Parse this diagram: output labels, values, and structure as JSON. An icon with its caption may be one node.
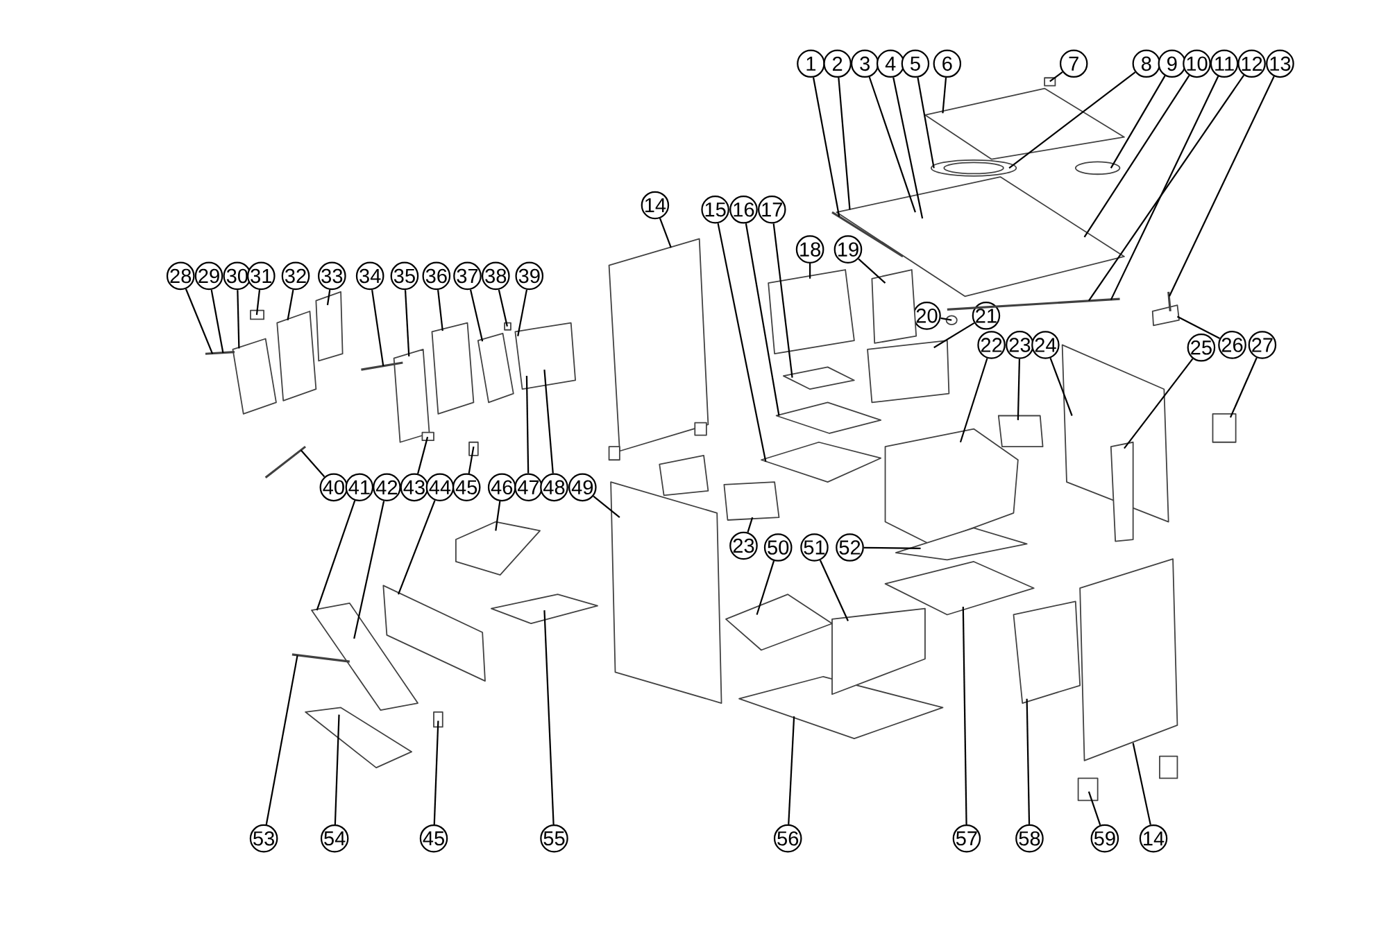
{
  "diagram": {
    "nodes": [
      {
        "text": [
          "1"
        ]
      },
      {
        "text": [
          "2"
        ]
      },
      {
        "text": [
          "3"
        ]
      },
      {
        "text": [
          "4"
        ]
      },
      {
        "text": [
          "5"
        ]
      },
      {
        "text": [
          "6"
        ]
      },
      {
        "text": [
          "7"
        ]
      },
      {
        "text": [
          "8"
        ]
      },
      {
        "text": [
          "9"
        ]
      },
      {
        "text": [
          "10"
        ]
      },
      {
        "text": [
          "11"
        ]
      },
      {
        "text": [
          "12"
        ]
      },
      {
        "text": [
          "13"
        ]
      },
      {
        "text": [
          "14"
        ]
      },
      {
        "text": [
          "15"
        ]
      },
      {
        "text": [
          "16"
        ]
      },
      {
        "text": [
          "17"
        ]
      },
      {
        "text": [
          "18"
        ]
      },
      {
        "text": [
          "19"
        ]
      },
      {
        "text": [
          "20"
        ]
      },
      {
        "text": [
          "21"
        ]
      },
      {
        "text": [
          "22"
        ]
      },
      {
        "text": [
          "23"
        ]
      },
      {
        "text": [
          "24"
        ]
      },
      {
        "text": [
          "25"
        ]
      },
      {
        "text": [
          "26"
        ]
      },
      {
        "text": [
          "27"
        ]
      },
      {
        "text": [
          "28"
        ]
      },
      {
        "text": [
          "29"
        ]
      },
      {
        "text": [
          "30"
        ]
      },
      {
        "text": [
          "31"
        ]
      },
      {
        "text": [
          "32"
        ]
      },
      {
        "text": [
          "33"
        ]
      },
      {
        "text": [
          "34"
        ]
      },
      {
        "text": [
          "35"
        ]
      },
      {
        "text": [
          "36"
        ]
      },
      {
        "text": [
          "37"
        ]
      },
      {
        "text": [
          "38"
        ]
      },
      {
        "text": [
          "39"
        ]
      },
      {
        "text": [
          "40"
        ]
      },
      {
        "text": [
          "41"
        ]
      },
      {
        "text": [
          "42"
        ]
      },
      {
        "text": [
          "43"
        ]
      },
      {
        "text": [
          "44"
        ]
      },
      {
        "text": [
          "45"
        ]
      },
      {
        "text": [
          "46"
        ]
      },
      {
        "text": [
          "47"
        ]
      },
      {
        "text": [
          "48"
        ]
      },
      {
        "text": [
          "49"
        ]
      },
      {
        "text": [
          "23"
        ]
      },
      {
        "text": [
          "50"
        ]
      },
      {
        "text": [
          "51"
        ]
      },
      {
        "text": [
          "52"
        ]
      },
      {
        "text": [
          "53"
        ]
      },
      {
        "text": [
          "54"
        ]
      },
      {
        "text": [
          "45"
        ]
      },
      {
        "text": [
          "55"
        ]
      },
      {
        "text": [
          "56"
        ]
      },
      {
        "text": [
          "57"
        ]
      },
      {
        "text": [
          "58"
        ]
      },
      {
        "text": [
          "59"
        ]
      },
      {
        "text": [
          "14"
        ]
      },
      {
        "text": [],
        "shape": "box"
      },
      {
        "text": [],
        "shape": "box"
      },
      {
        "text": [],
        "shape": "box"
      },
      {
        "text": [],
        "shape": "box"
      },
      {
        "text": [],
        "shape": "box"
      },
      {
        "text": [],
        "shape": "box"
      },
      {
        "text": [],
        "shape": "box"
      },
      {
        "text": [],
        "shape": "box"
      },
      {
        "text": [],
        "shape": "box"
      },
      {
        "text": [],
        "shape": "box"
      },
      {
        "text": [],
        "shape": "box"
      },
      {
        "text": [],
        "shape": "box"
      },
      {
        "text": [],
        "shape": "box"
      },
      {
        "text": [],
        "shape": "box"
      },
      {
        "text": [],
        "shape": "box"
      },
      {
        "text": [],
        "shape": "box"
      },
      {
        "text": [],
        "shape": "box"
      },
      {
        "text": [],
        "shape": "box"
      },
      {
        "text": [],
        "shape": "box"
      },
      {
        "text": [],
        "shape": "box"
      },
      {
        "text": [],
        "shape": "box"
      },
      {
        "text": [],
        "shape": "box"
      },
      {
        "text": [],
        "shape": "box"
      },
      {
        "text": [],
        "shape": "box"
      },
      {
        "text": [],
        "shape": "box"
      },
      {
        "text": [],
        "shape": "box"
      },
      {
        "text": [],
        "shape": "box"
      },
      {
        "text": [],
        "shape": "box"
      },
      {
        "text": [],
        "shape": "box"
      },
      {
        "text": [],
        "shape": "box"
      },
      {
        "text": [],
        "shape": "box"
      },
      {
        "text": [],
        "shape": "box"
      },
      {
        "text": [],
        "shape": "box"
      },
      {
        "text": [],
        "shape": "box"
      },
      {
        "text": [],
        "shape": "box"
      },
      {
        "text": [],
        "shape": "box"
      },
      {
        "text": [],
        "shape": "box"
      },
      {
        "text": [],
        "shape": "box"
      },
      {
        "text": [],
        "shape": "box"
      },
      {
        "text": [],
        "shape": "box"
      },
      {
        "text": [],
        "shape": "box"
      },
      {
        "text": [],
        "shape": "box"
      },
      {
        "text": [],
        "shape": "box"
      },
      {
        "text": [],
        "shape": "box"
      },
      {
        "text": [],
        "shape": "box"
      },
      {
        "text": [],
        "shape": "box"
      },
      {
        "text": [],
        "shape": "box"
      },
      {
        "text": [],
        "shape": "bar"
      },
      {
        "text": [],
        "shape": "bar"
      },
      {
        "text": [],
        "shape": "bar"
      },
      {
        "text": [],
        "shape": "bar"
      },
      {
        "text": [],
        "shape": "bar"
      },
      {
        "text": [],
        "shape": "bar"
      },
      {
        "text": [],
        "shape": "bar"
      },
      {
        "text": [],
        "shape": "circle"
      },
      {
        "text": [],
        "shape": "circle"
      },
      {
        "text": [],
        "shape": "circle"
      }
    ],
    "edges": [
      {
        "from": 0,
        "to": 113,
        "arrow": "none"
      },
      {
        "from": 1,
        "to": 62,
        "arrow": "none"
      },
      {
        "from": 2,
        "to": 62,
        "arrow": "none"
      },
      {
        "from": 3,
        "to": 62,
        "arrow": "none"
      },
      {
        "from": 4,
        "to": 116,
        "arrow": "none"
      },
      {
        "from": 5,
        "to": 63,
        "arrow": "none"
      },
      {
        "from": 6,
        "to": 103,
        "arrow": "none"
      },
      {
        "from": 7,
        "to": 116,
        "arrow": "none"
      },
      {
        "from": 8,
        "to": 117,
        "arrow": "none"
      },
      {
        "from": 9,
        "to": 62,
        "arrow": "none"
      },
      {
        "from": 10,
        "to": 114,
        "arrow": "none"
      },
      {
        "from": 11,
        "to": 114,
        "arrow": "none"
      },
      {
        "from": 12,
        "to": 115,
        "arrow": "none"
      },
      {
        "from": 13,
        "to": 64,
        "arrow": "none"
      },
      {
        "from": 14,
        "to": 79,
        "arrow": "none"
      },
      {
        "from": 15,
        "to": 78,
        "arrow": "none"
      },
      {
        "from": 16,
        "to": 80,
        "arrow": "none"
      },
      {
        "from": 17,
        "to": 81,
        "arrow": "none"
      },
      {
        "from": 18,
        "to": 82,
        "arrow": "none"
      },
      {
        "from": 19,
        "to": 118,
        "arrow": "none"
      },
      {
        "from": 20,
        "to": 83,
        "arrow": "none"
      },
      {
        "from": 21,
        "to": 84,
        "arrow": "none"
      },
      {
        "from": 22,
        "to": 99,
        "arrow": "none"
      },
      {
        "from": 23,
        "to": 85,
        "arrow": "none"
      },
      {
        "from": 24,
        "to": 86,
        "arrow": "none"
      },
      {
        "from": 25,
        "to": 100,
        "arrow": "none"
      },
      {
        "from": 26,
        "to": 87,
        "arrow": "none"
      },
      {
        "from": 27,
        "to": 110,
        "arrow": "none"
      },
      {
        "from": 28,
        "to": 110,
        "arrow": "none"
      },
      {
        "from": 29,
        "to": 65,
        "arrow": "none"
      },
      {
        "from": 30,
        "to": 104,
        "arrow": "none"
      },
      {
        "from": 31,
        "to": 66,
        "arrow": "none"
      },
      {
        "from": 32,
        "to": 67,
        "arrow": "none"
      },
      {
        "from": 33,
        "to": 111,
        "arrow": "none"
      },
      {
        "from": 34,
        "to": 68,
        "arrow": "none"
      },
      {
        "from": 35,
        "to": 69,
        "arrow": "none"
      },
      {
        "from": 36,
        "to": 70,
        "arrow": "none"
      },
      {
        "from": 37,
        "to": 105,
        "arrow": "none"
      },
      {
        "from": 38,
        "to": 71,
        "arrow": "none"
      },
      {
        "from": 39,
        "to": 109,
        "arrow": "none"
      },
      {
        "from": 40,
        "to": 72,
        "arrow": "none"
      },
      {
        "from": 41,
        "to": 72,
        "arrow": "none"
      },
      {
        "from": 42,
        "to": 106,
        "arrow": "none"
      },
      {
        "from": 43,
        "to": 73,
        "arrow": "none"
      },
      {
        "from": 44,
        "to": 107,
        "arrow": "none"
      },
      {
        "from": 45,
        "to": 75,
        "arrow": "none"
      },
      {
        "from": 46,
        "to": 71,
        "arrow": "none"
      },
      {
        "from": 47,
        "to": 71,
        "arrow": "none"
      },
      {
        "from": 48,
        "to": 77,
        "arrow": "none"
      },
      {
        "from": 49,
        "to": 98,
        "arrow": "none"
      },
      {
        "from": 50,
        "to": 92,
        "arrow": "none"
      },
      {
        "from": 51,
        "to": 91,
        "arrow": "none"
      },
      {
        "from": 52,
        "to": 88,
        "arrow": "none"
      },
      {
        "from": 53,
        "to": 112,
        "arrow": "none"
      },
      {
        "from": 54,
        "to": 74,
        "arrow": "none"
      },
      {
        "from": 55,
        "to": 108,
        "arrow": "none"
      },
      {
        "from": 56,
        "to": 76,
        "arrow": "none"
      },
      {
        "from": 57,
        "to": 90,
        "arrow": "none"
      },
      {
        "from": 58,
        "to": 89,
        "arrow": "none"
      },
      {
        "from": 59,
        "to": 93,
        "arrow": "none"
      },
      {
        "from": 60,
        "to": 95,
        "arrow": "none"
      },
      {
        "from": 61,
        "to": 94,
        "arrow": "none"
      }
    ]
  }
}
